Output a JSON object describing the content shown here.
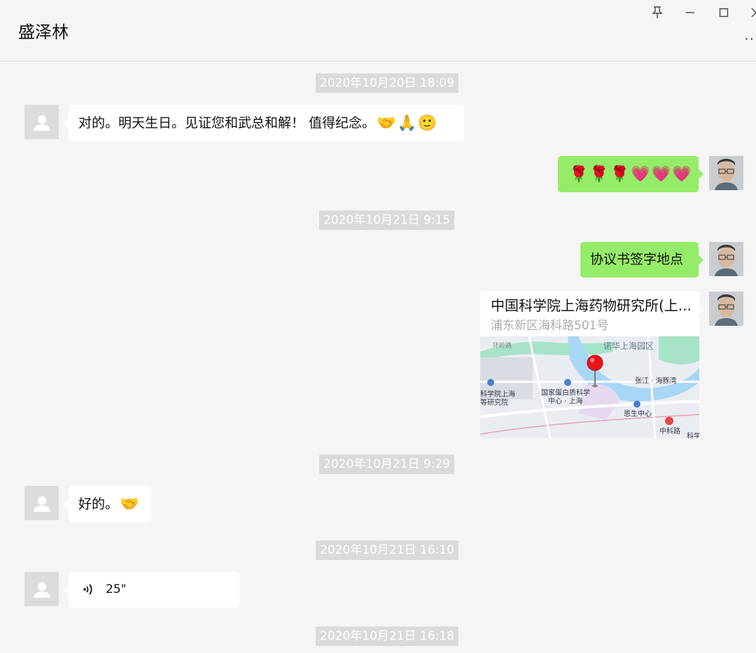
{
  "window": {
    "title": "盛泽林",
    "more": "··"
  },
  "messages": {
    "t1": "2020年10月20日 18:09",
    "m1_text": "对的。明天生日。见证您和武总和解！ 值得纪念。",
    "m1_emojis": [
      "🤝",
      "🙏",
      "🙂"
    ],
    "m2_emojis": [
      "🌹",
      "🌹",
      "🌹",
      "💗",
      "💗",
      "💗"
    ],
    "t2": "2020年10月21日 9:15",
    "m3_text": "协议书签字地点",
    "location": {
      "title": "中国科学院上海药物研究所(上...",
      "address": "浦东新区海科路501号",
      "map_labels": {
        "park": "诺华上海园区",
        "road_top": "环岭路",
        "inst1_line1": "科学院上海",
        "inst1_line2": "等研究院",
        "inst2_line1": "国家蛋白质科学",
        "inst2_line2": "中心 · 上海",
        "area1": "张江 · 海豚湾",
        "area2": "恩生中心",
        "metro": "中科路",
        "edge": "科学"
      }
    },
    "t3": "2020年10月21日 9:29",
    "m4_text": "好的。",
    "m4_emoji": "🤝",
    "t4": "2020年10月21日 16:10",
    "voice_duration": "25\"",
    "t5": "2020年10月21日 16:18"
  },
  "colors": {
    "accent_green": "#95ec69",
    "bubble_white": "#ffffff",
    "bg": "#f5f5f5",
    "timestamp_bg": "#dadada",
    "map_pin": "#e8141b"
  },
  "icons": [
    "pin-window-icon",
    "minimize-icon",
    "maximize-icon",
    "close-icon",
    "default-avatar-icon",
    "voice-wave-icon",
    "map-pin-icon"
  ]
}
